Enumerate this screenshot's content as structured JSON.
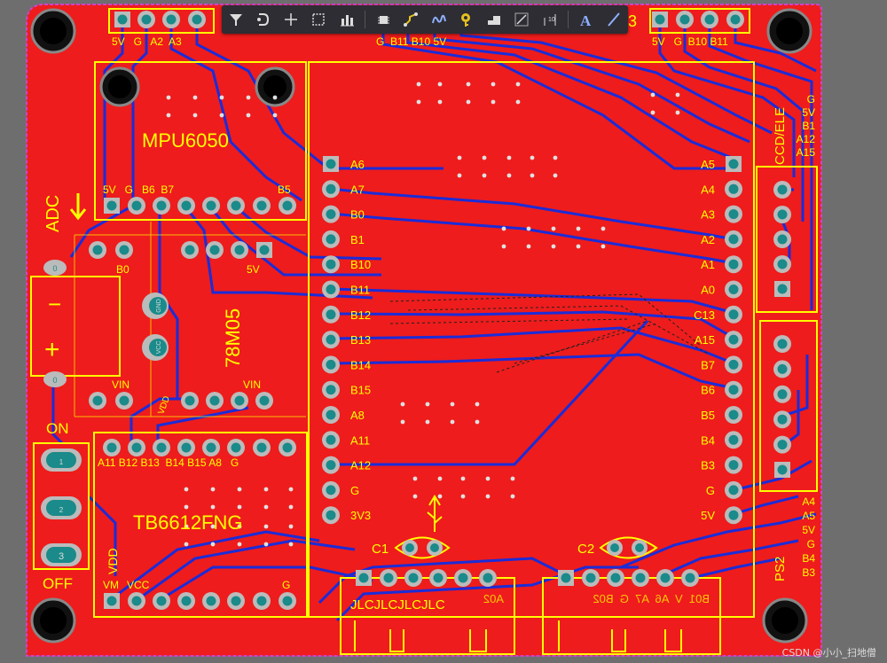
{
  "toolbar": {
    "tools": [
      {
        "name": "filter-icon",
        "glyph": "filter"
      },
      {
        "name": "route-tool-icon",
        "glyph": "route"
      },
      {
        "name": "crosshair-icon",
        "glyph": "cross"
      },
      {
        "name": "select-rect-icon",
        "glyph": "rect"
      },
      {
        "name": "align-icon",
        "glyph": "align"
      },
      {
        "name": "component-icon",
        "glyph": "chip"
      },
      {
        "name": "track-icon",
        "glyph": "track"
      },
      {
        "name": "diff-pair-icon",
        "glyph": "wave"
      },
      {
        "name": "via-icon",
        "glyph": "via"
      },
      {
        "name": "polygon-pour-icon",
        "glyph": "poly"
      },
      {
        "name": "line-icon",
        "glyph": "line"
      },
      {
        "name": "dimension-icon",
        "glyph": "dim"
      },
      {
        "name": "string-icon",
        "glyph": "text"
      },
      {
        "name": "draw-line-icon",
        "glyph": "slash"
      }
    ]
  },
  "labels": {
    "top_left_pins": "5V   G   A2  A3",
    "top_center_pins": "G  B11 B10 5V",
    "top_right_pins": "5V   G  B10 B11",
    "top_right_digit": "3",
    "mpu": "MPU6050",
    "mpu_pins_left": "5V   G   B6  B7",
    "mpu_pin_b5": "B5",
    "adc": "ADC",
    "b0_small": "B0",
    "fivev_small": "5V",
    "regulator": "78M05",
    "vin_left": "VIN",
    "vin_right": "VIN",
    "vdd_small": "VDD",
    "on": "ON",
    "off": "OFF",
    "sw_1": "1",
    "sw_2": "2",
    "sw_3": "3",
    "tb_pins": "A11 B12 B13  B14 B15 A8   G",
    "driver": "TB6612FNG",
    "vdd_vert": "VDD",
    "vm": "VM",
    "vcc": "VCC",
    "g_bottom": "G",
    "mcu_left": [
      "A6",
      "A7",
      "B0",
      "B1",
      "B10",
      "B11",
      "B12",
      "B13",
      "B14",
      "B15",
      "A8",
      "A11",
      "A12",
      "G",
      "3V3"
    ],
    "mcu_right": [
      "A5",
      "A4",
      "A3",
      "A2",
      "A1",
      "A0",
      "C13",
      "A15",
      "B7",
      "B6",
      "B5",
      "B4",
      "B3",
      "G",
      "5V"
    ],
    "ccd": "CCD/ELE",
    "ccd_pins": [
      "G",
      "5V",
      "B1",
      "A12",
      "A15"
    ],
    "ps2": "PS2",
    "ps2_pins": [
      "A4",
      "A5",
      "5V",
      "G",
      "B4",
      "B3"
    ],
    "c1": "C1",
    "c2": "C2",
    "conn_left": "JLCJLCJLCJLC",
    "conn_left_mirror": "A02",
    "conn_right_mirror": "B01  V  A6  A7  G  B02",
    "minus": "−",
    "plus": "+",
    "zero": "0",
    "gnd": "GND",
    "vcc_cap": "VCC"
  },
  "colors": {
    "board": "#ee1c1c",
    "silk": "#ffff00",
    "bottom_track": "#1b2cd8",
    "pad": "#b8b8b8",
    "pad_hole": "#1a8a8a",
    "mount_hole": "#000000",
    "outline": "#cc44cc"
  },
  "watermark": "CSDN @小小_扫地僧"
}
